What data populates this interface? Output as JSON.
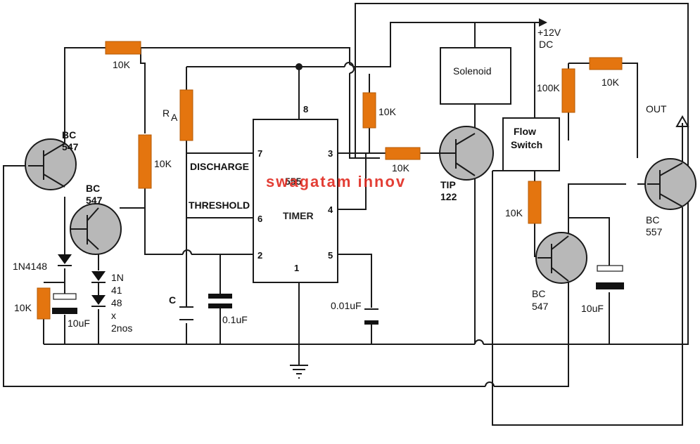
{
  "watermark": "swagatam innov",
  "supply_label": [
    "+12V",
    "DC"
  ],
  "timer": {
    "name": "555",
    "sub": "TIMER",
    "pin_discharge": "DISCHARGE",
    "pin_threshold": "THRESHOLD",
    "pins": {
      "p1": "1",
      "p2": "2",
      "p3": "3",
      "p4": "4",
      "p5": "5",
      "p6": "6",
      "p7": "7",
      "p8": "8"
    }
  },
  "blocks": {
    "solenoid": "Solenoid",
    "flow_switch": [
      "Flow",
      "Switch"
    ]
  },
  "labels": {
    "r_top": "10K",
    "r_ra": "R",
    "r_ra_sub": "A",
    "r_left": "10K",
    "r_mid_top": "10K",
    "r_tip_base": "10K",
    "r_100k": "100K",
    "r_out": "10K",
    "r_lower_right": "10K",
    "r_bottom_left": "10K",
    "out": "OUT",
    "q1": [
      "BC",
      "547"
    ],
    "q2": [
      "BC",
      "547"
    ],
    "q_tip": [
      "TIP",
      "122"
    ],
    "q_right": [
      "BC",
      "547"
    ],
    "q_out": [
      "BC",
      "557"
    ],
    "d1": "1N4148",
    "d2": [
      "1N",
      "41",
      "48",
      "x",
      "2nos"
    ],
    "c_timing": "C",
    "c_01": "0.1uF",
    "c_001": "0.01uF",
    "c_left": "10uF",
    "c_right": "10uF"
  },
  "colors": {
    "resistor": "#e4750f",
    "watermark": "#e02a20",
    "transistor": "#b8b8b8"
  }
}
